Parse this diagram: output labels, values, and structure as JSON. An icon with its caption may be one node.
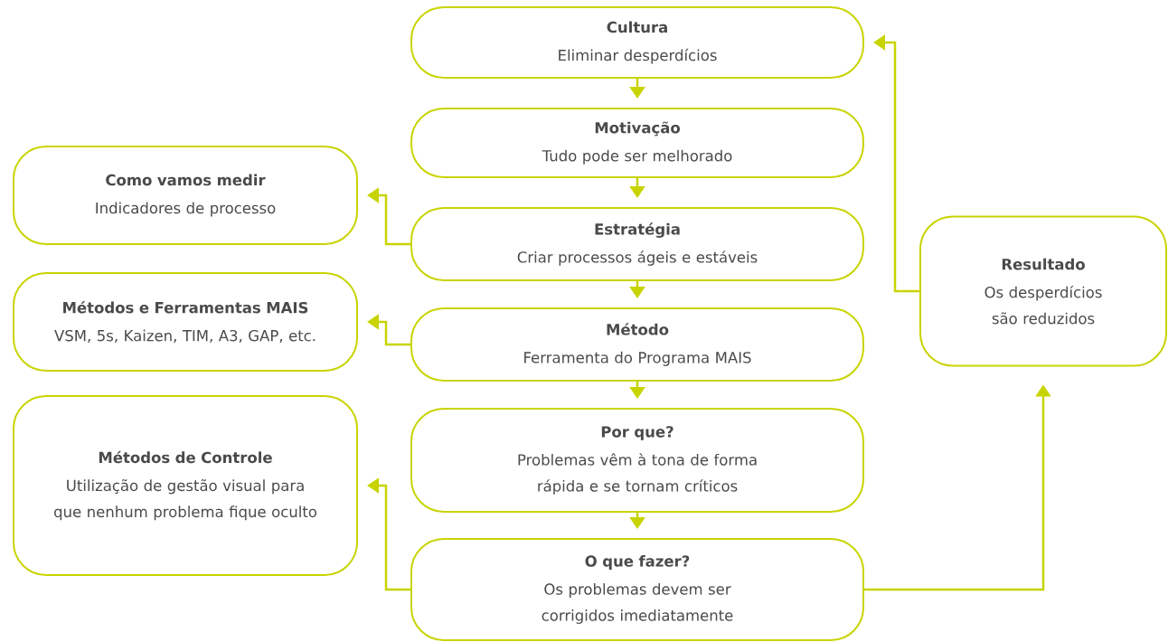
{
  "diagram": {
    "nodes": [
      {
        "text": [
          "Cultura",
          "Eliminar desperdícios"
        ]
      },
      {
        "text": [
          "Motivação",
          "Tudo pode ser melhorado"
        ]
      },
      {
        "text": [
          "Estratégia",
          "Criar processos ágeis e estáveis"
        ]
      },
      {
        "text": [
          "Método",
          "Ferramenta do Programa MAIS"
        ]
      },
      {
        "text": [
          "Por que?",
          "Problemas vêm à tona de forma rápida e se tornam críticos"
        ]
      },
      {
        "text": [
          "O que fazer?",
          "Os problemas devem ser corrigidos imediatamente"
        ]
      },
      {
        "text": [
          "Como vamos medir",
          "Indicadores de processo"
        ]
      },
      {
        "text": [
          "Métodos e Ferramentas MAIS",
          "VSM, 5s, Kaizen, TIM, A3, GAP, etc."
        ]
      },
      {
        "text": [
          "Métodos de Controle",
          "Utilização de gestão visual para que nenhum problema fique oculto"
        ]
      },
      {
        "text": [
          "Resultado",
          "Os desperdícios são reduzidos"
        ]
      }
    ],
    "edges": [
      {
        "from": 0,
        "to": 1,
        "arrow": "to"
      },
      {
        "from": 1,
        "to": 2,
        "arrow": "to"
      },
      {
        "from": 2,
        "to": 3,
        "arrow": "to"
      },
      {
        "from": 3,
        "to": 4,
        "arrow": "to"
      },
      {
        "from": 4,
        "to": 5,
        "arrow": "to"
      },
      {
        "from": 2,
        "to": 6,
        "arrow": "to"
      },
      {
        "from": 3,
        "to": 7,
        "arrow": "to"
      },
      {
        "from": 5,
        "to": 8,
        "arrow": "to"
      },
      {
        "from": 5,
        "to": 9,
        "arrow": "to"
      },
      {
        "from": 9,
        "to": 0,
        "arrow": "to"
      }
    ]
  }
}
